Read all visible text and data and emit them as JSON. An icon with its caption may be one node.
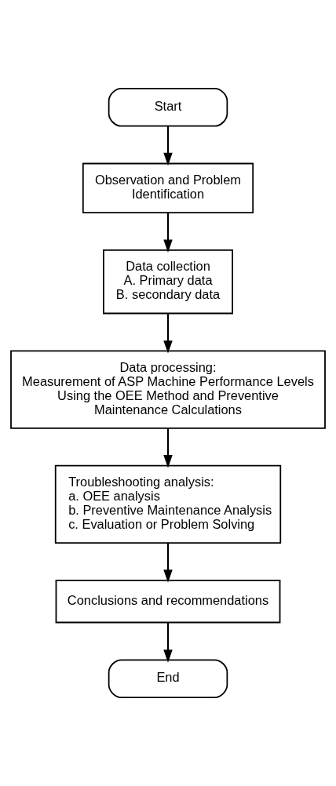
{
  "diagram": {
    "nodes": [
      {
        "text": [
          "Start"
        ]
      },
      {
        "text": [
          "Observation and Problem Identification"
        ]
      },
      {
        "text": [
          "Data collection",
          "A. Primary data",
          "B. secondary data"
        ]
      },
      {
        "text": [
          "Data processing:",
          "Measurement of ASP Machine Performance Levels Using the OEE Method and Preventive Maintenance Calculations"
        ]
      },
      {
        "text": [
          "Troubleshooting analysis:",
          "a. OEE analysis",
          "b. Preventive Maintenance Analysis",
          "c. Evaluation or Problem Solving"
        ]
      },
      {
        "text": [
          "Conclusions and recommendations"
        ]
      },
      {
        "text": [
          "End"
        ]
      }
    ],
    "edges": [
      {
        "from": 0,
        "to": 1,
        "arrow": "to"
      },
      {
        "from": 1,
        "to": 2,
        "arrow": "to"
      },
      {
        "from": 2,
        "to": 3,
        "arrow": "to"
      },
      {
        "from": 3,
        "to": 4,
        "arrow": "to"
      },
      {
        "from": 4,
        "to": 5,
        "arrow": "to"
      },
      {
        "from": 5,
        "to": 6,
        "arrow": "to"
      }
    ]
  }
}
